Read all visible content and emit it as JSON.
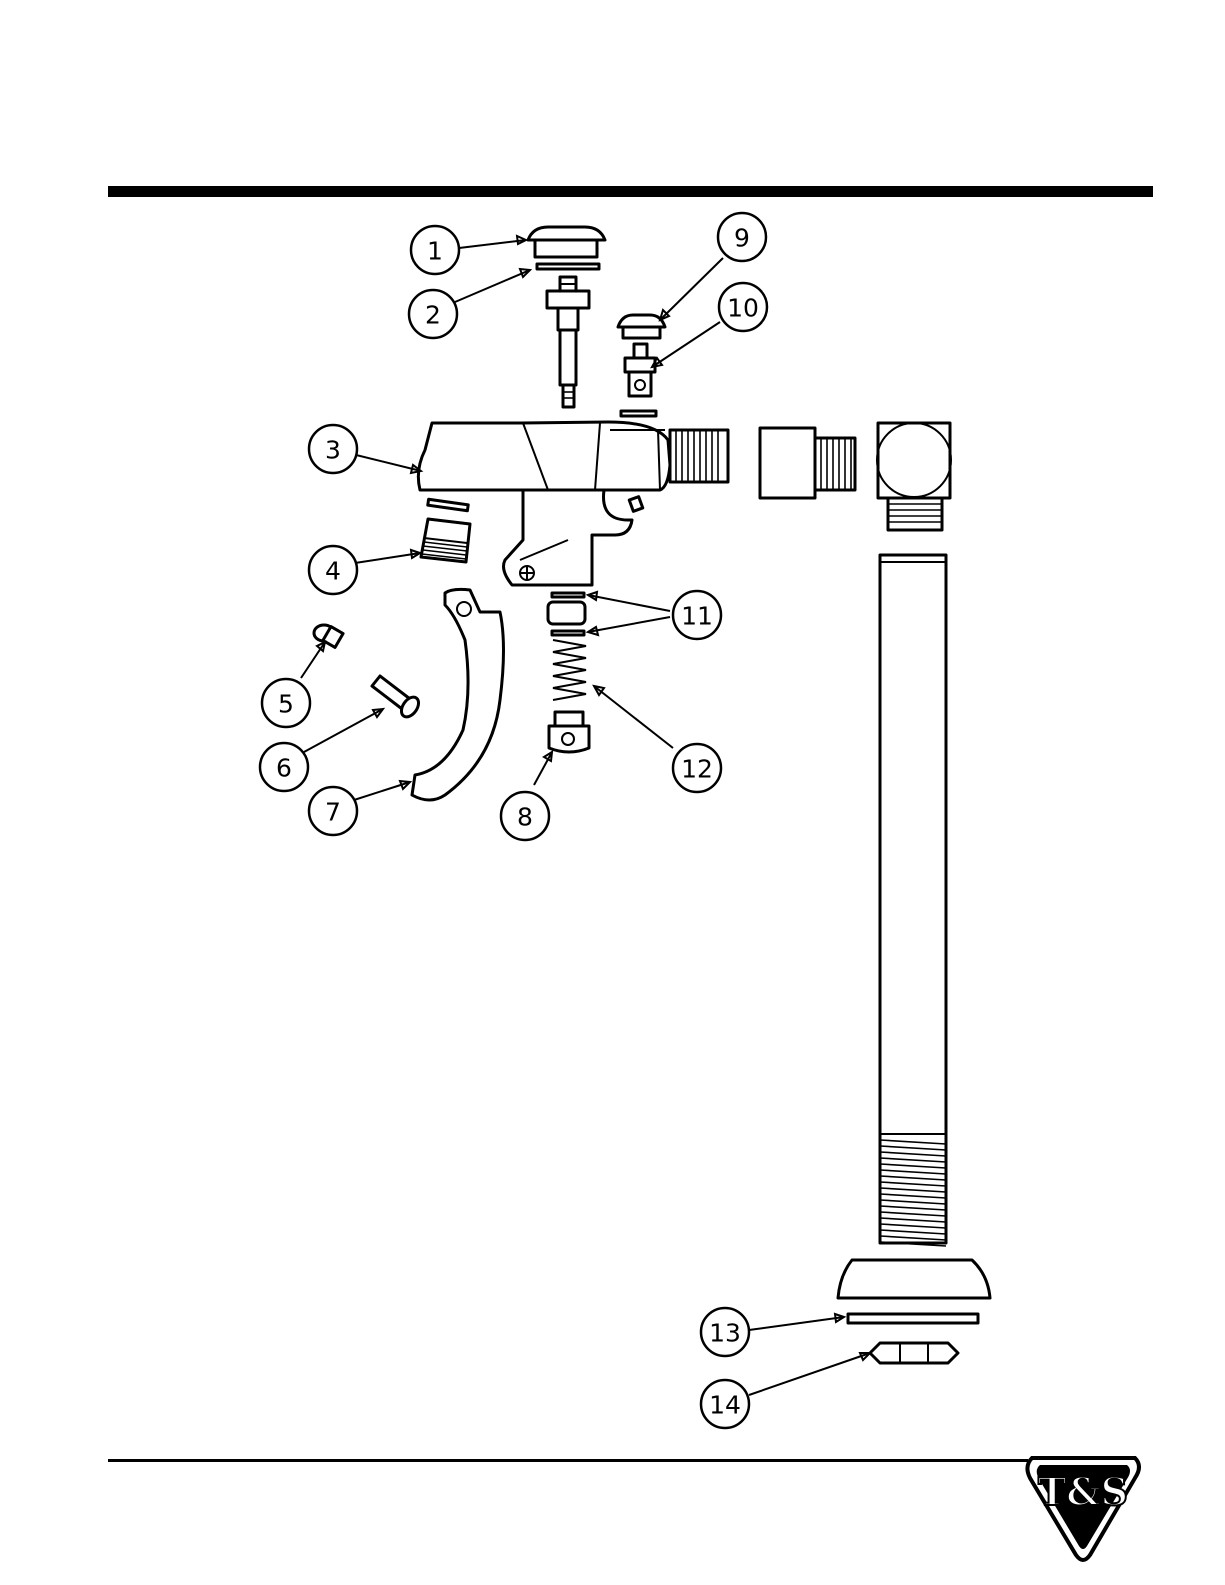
{
  "diagram": {
    "callouts": [
      {
        "id": "1",
        "label": "1"
      },
      {
        "id": "2",
        "label": "2"
      },
      {
        "id": "3",
        "label": "3"
      },
      {
        "id": "4",
        "label": "4"
      },
      {
        "id": "5",
        "label": "5"
      },
      {
        "id": "6",
        "label": "6"
      },
      {
        "id": "7",
        "label": "7"
      },
      {
        "id": "8",
        "label": "8"
      },
      {
        "id": "9",
        "label": "9"
      },
      {
        "id": "10",
        "label": "10"
      },
      {
        "id": "11",
        "label": "11"
      },
      {
        "id": "12",
        "label": "12"
      },
      {
        "id": "13",
        "label": "13"
      },
      {
        "id": "14",
        "label": "14"
      }
    ]
  },
  "brand": {
    "logo_text": "T&S"
  },
  "colors": {
    "ink": "#000000",
    "paper": "#ffffff"
  }
}
